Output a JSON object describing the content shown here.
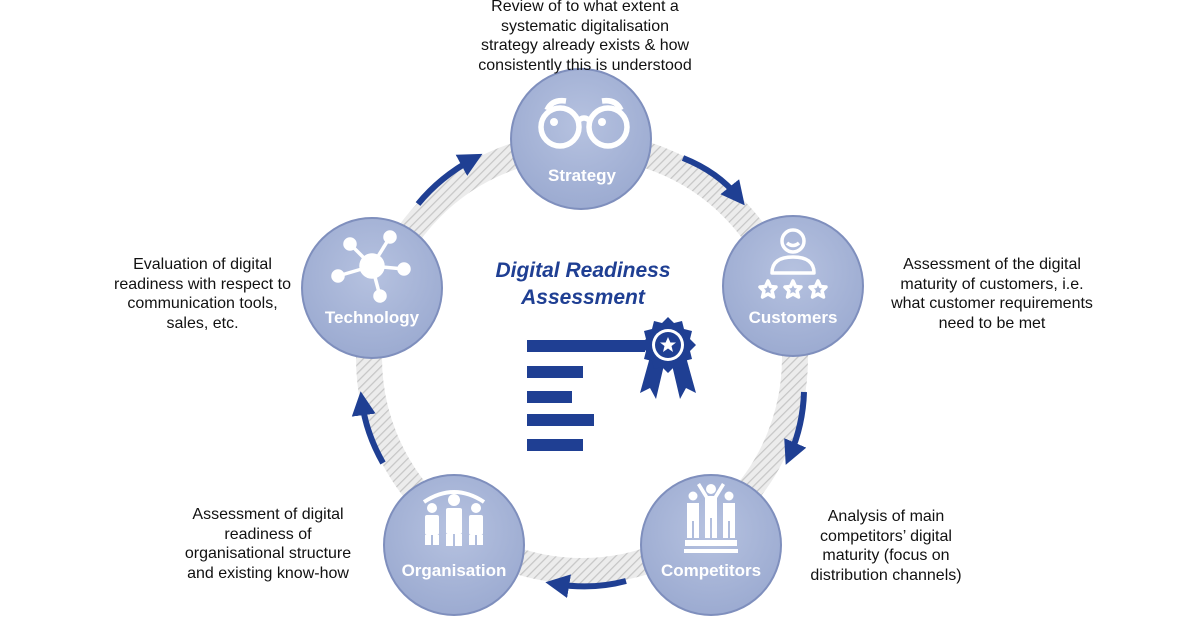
{
  "title": [
    "Digital Readiness",
    "Assessment"
  ],
  "nodes": [
    {
      "id": "strategy",
      "label": "Strategy",
      "icon": "binoculars-icon"
    },
    {
      "id": "customers",
      "label": "Customers",
      "icon": "customer-rating-icon"
    },
    {
      "id": "competitors",
      "label": "Competitors",
      "icon": "podium-icon"
    },
    {
      "id": "organisation",
      "label": "Organisation",
      "icon": "team-icon"
    },
    {
      "id": "technology",
      "label": "Technology",
      "icon": "network-hub-icon"
    }
  ],
  "descriptions": {
    "strategy": [
      "Review of to what extent a",
      "systematic digitalisation",
      "strategy already exists & how",
      "consistently this is understood"
    ],
    "customers": [
      "Assessment of the digital",
      "maturity of customers, i.e.",
      "what customer requirements",
      "need to be met"
    ],
    "competitors": [
      "Analysis of main",
      "competitors’ digital",
      "maturity (focus on",
      "distribution channels)"
    ],
    "organisation": [
      "Assessment of digital",
      "readiness of",
      "organisational structure",
      "and existing know-how"
    ],
    "technology": [
      "Evaluation of digital",
      "readiness with respect to",
      "communication tools,",
      "sales, etc."
    ]
  },
  "colors": {
    "node_fill": "#a9b6d8",
    "node_stroke": "#7f8fbd",
    "accent": "#1f3f93",
    "ring": "#d5d5d5"
  }
}
